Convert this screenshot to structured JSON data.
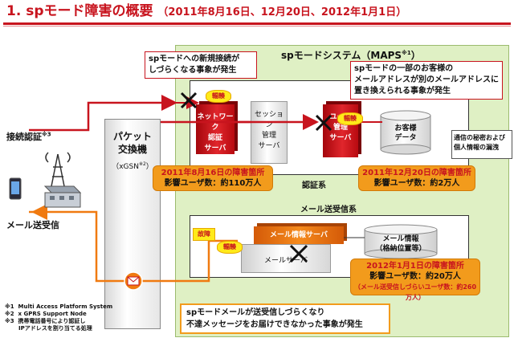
{
  "title": {
    "main": "1. spモード障害の概要",
    "dates": "（2011年8月16日、12月20日、2012年1月1日）"
  },
  "maps": {
    "title": "spモードシステム（MAPS",
    "title_sup": "※1",
    "title_end": "）",
    "auth_label": "認証系",
    "mail_label": "メール送受信系"
  },
  "packet": {
    "label_line1": "パケット",
    "label_line2": "交換機",
    "sub": "（xGSN",
    "sub_sup": "※2",
    "sub_end": "）"
  },
  "servers": {
    "network_auth": [
      "ネットワーク",
      "認証",
      "サーバ"
    ],
    "session": [
      "セッション",
      "管理",
      "サーバ"
    ],
    "user_mgmt": [
      "ユーザ",
      "管理",
      "サーバ"
    ],
    "customer_data": [
      "お客様",
      "データ"
    ],
    "mail_info": "メール情報サーバ",
    "mail_info_db": [
      "メール情報",
      "（格納位置等）"
    ],
    "mail_server": "メールサーバ"
  },
  "badges": {
    "congestion_1": "輻輳",
    "congestion_2": "輻輳",
    "congestion_3": "輻輳",
    "fault": "故障"
  },
  "notes": {
    "new_connection": [
      "spモードへの新規接続が",
      "しづらくなる事象が発生"
    ],
    "mail_address": [
      "spモードの一部のお客様の",
      "メールアドレスが別のメールアドレスに",
      "置き換えられる事象が発生"
    ],
    "secret": [
      "通信の秘密および",
      "個人情報の漏洩"
    ],
    "bottom": [
      "spモードメールが送受信しづらくなり",
      "不達メッセージをお届けできなかった事象が発生"
    ]
  },
  "callouts": {
    "aug": [
      "2011年8月16日の障害箇所",
      "影響ユーザ数：約110万人"
    ],
    "dec": [
      "2011年12月20日の障害箇所",
      "影響ユーザ数：約2万人"
    ],
    "jan": [
      "2012年1月1日の障害箇所",
      "影響ユーザ数：約20万人",
      "（メール送受信しづらいユーザ数：約260万人）"
    ]
  },
  "left": {
    "auth": "接続認証",
    "auth_sup": "※3",
    "mail": "メール送受信"
  },
  "footnotes": "※1  Multi Access Platform System\n※2  x GPRS Support Node\n※3  携帯電話番号により認証し\n       IPアドレスを割り当てる処理",
  "colors": {
    "red": "#c8141e",
    "orange": "#f29b1c",
    "green_panel": "#dff0c4",
    "server_red": "#e0262c",
    "server_orange": "#f58a1c",
    "arrow_red": "#c8141e",
    "arrow_orange": "#f07a10",
    "cross": "#111111"
  },
  "icons": [
    "smartphone-icon",
    "antenna-tower-icon",
    "base-station-icon",
    "mail-envelope-icon",
    "failure-cross-icon"
  ]
}
